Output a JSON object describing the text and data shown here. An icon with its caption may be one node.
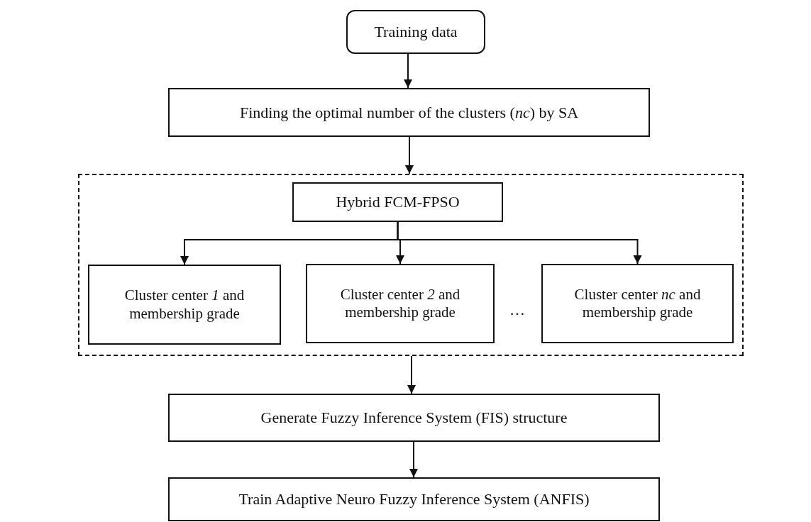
{
  "diagram": {
    "nodes": [
      {
        "text": [
          "Training data"
        ]
      },
      {
        "text": [
          "Finding the optimal number of the clusters (*nc*) by SA"
        ]
      },
      {
        "text": [],
        "shape": "box"
      },
      {
        "text": [
          "Hybrid FCM-FPSO"
        ],
        "in": 2
      },
      {
        "text": [
          "Cluster center *1* and membership grade"
        ],
        "in": 2
      },
      {
        "text": [
          "Cluster center *2* and membership grade"
        ],
        "in": 2
      },
      {
        "text": [
          "Cluster center *nc* and membership grade"
        ],
        "in": 2
      },
      {
        "text": [
          "Generate Fuzzy Inference System (FIS) structure"
        ]
      },
      {
        "text": [
          "Train Adaptive Neuro Fuzzy Inference System (ANFIS)"
        ]
      }
    ],
    "edges": [
      {
        "from": 0,
        "to": 1,
        "arrow": "to"
      },
      {
        "from": 1,
        "to": 2,
        "arrow": "to"
      },
      {
        "from": 3,
        "to": 4,
        "arrow": "to"
      },
      {
        "from": 3,
        "to": 5,
        "arrow": "to"
      },
      {
        "from": 3,
        "to": 6,
        "arrow": "to"
      },
      {
        "from": 2,
        "to": 7,
        "arrow": "to"
      },
      {
        "from": 7,
        "to": 8,
        "arrow": "to"
      }
    ],
    "labels": [
      "…"
    ]
  }
}
